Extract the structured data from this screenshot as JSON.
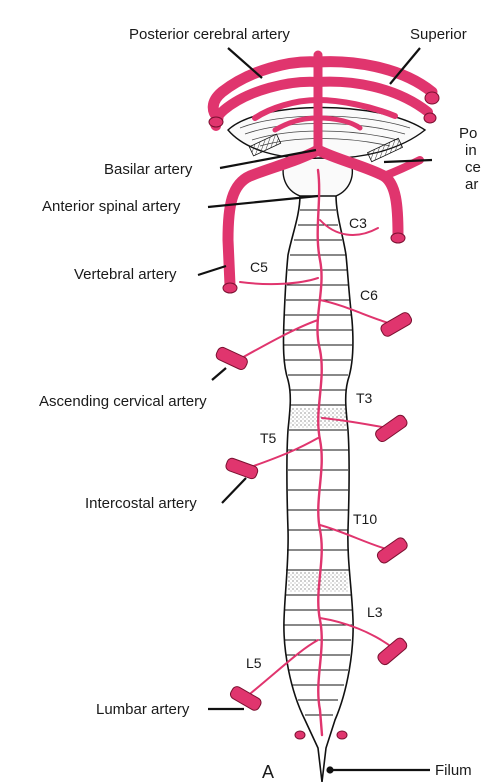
{
  "labels": {
    "posterior_cerebral": "Posterior cerebral artery",
    "superior": "Superior",
    "posterior_inferior_1": "Po",
    "posterior_inferior_2": "in",
    "posterior_inferior_3": "ce",
    "posterior_inferior_4": "ar",
    "basilar": "Basilar artery",
    "anterior_spinal": "Anterior spinal artery",
    "vertebral": "Vertebral artery",
    "ascending_cervical": "Ascending cervical artery",
    "intercostal": "Intercostal artery",
    "lumbar": "Lumbar artery",
    "filum": "Filum"
  },
  "segments": {
    "c3": "C3",
    "c5": "C5",
    "c6": "C6",
    "t3": "T3",
    "t5": "T5",
    "t10": "T10",
    "l3": "L3",
    "l5": "L5"
  },
  "panel_letter": "A",
  "colors": {
    "artery": "#e0356e",
    "artery_dark": "#7a1030",
    "line": "#111111"
  }
}
